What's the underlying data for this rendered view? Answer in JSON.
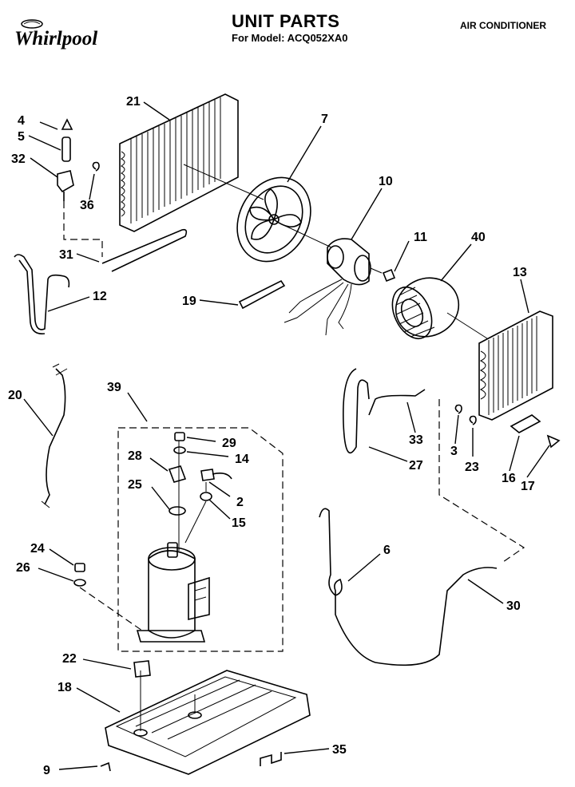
{
  "header": {
    "title": "UNIT PARTS",
    "model_line": "For Model: ACQ052XA0",
    "category": "AIR CONDITIONER"
  },
  "brand": {
    "name": "Whirlpool",
    "icon": "whirlpool-logo"
  },
  "part_labels": [
    "4",
    "5",
    "32",
    "36",
    "21",
    "7",
    "10",
    "11",
    "40",
    "13",
    "31",
    "12",
    "19",
    "20",
    "39",
    "29",
    "14",
    "28",
    "25",
    "2",
    "15",
    "24",
    "26",
    "22",
    "18",
    "9",
    "35",
    "6",
    "30",
    "33",
    "3",
    "23",
    "16",
    "17",
    "27"
  ]
}
